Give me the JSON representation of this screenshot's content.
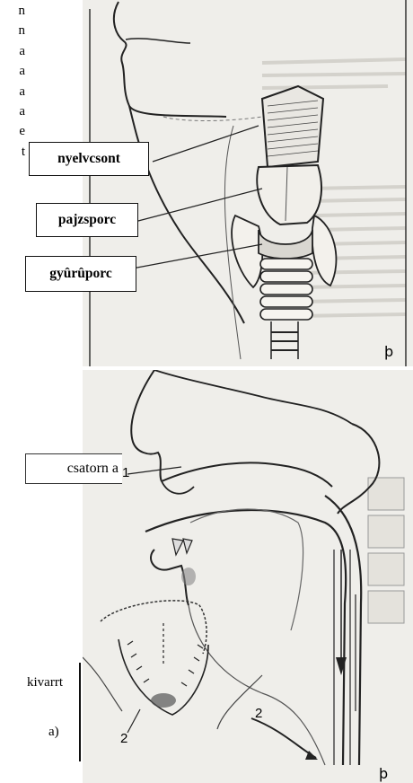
{
  "left_text": {
    "line_endings": [
      "n",
      "n",
      "a",
      "a",
      "a",
      "a",
      "e",
      "t"
    ],
    "csatorna": "csatorn a",
    "kivarrt": "kivarrt",
    "paren": "a)"
  },
  "top_figure": {
    "labels": {
      "hyoid": "nyelvcsont",
      "thyroid": "pajzsporc",
      "cricoid": "gyûrûporc"
    },
    "logo": "þ"
  },
  "bottom_figure": {
    "numbers": [
      "1",
      "2",
      "2"
    ],
    "logo": "þ"
  }
}
